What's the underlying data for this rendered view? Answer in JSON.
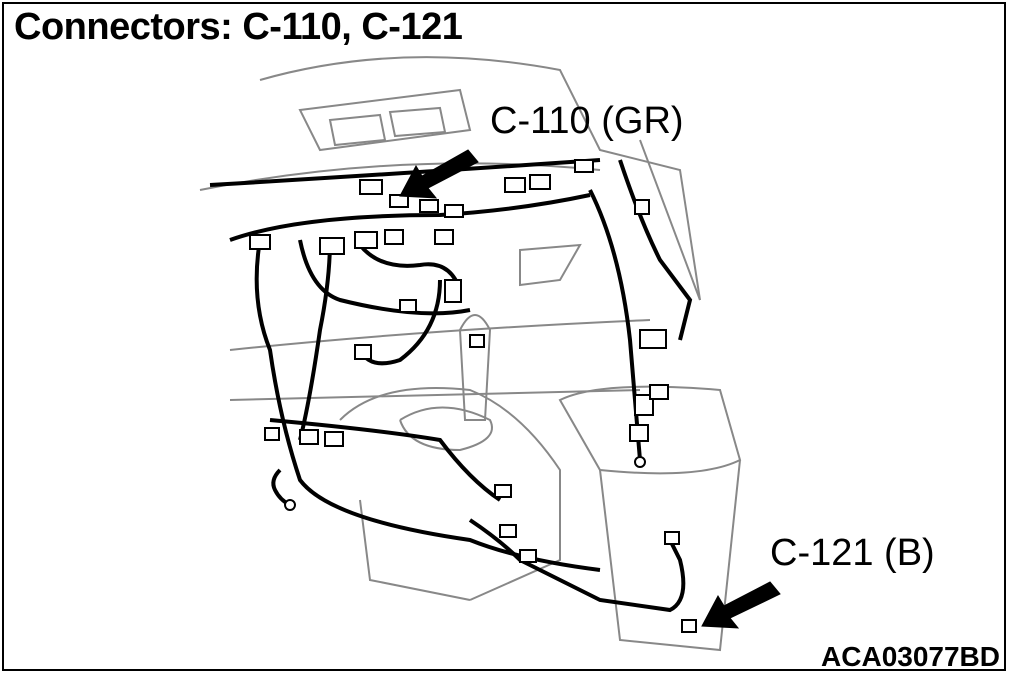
{
  "title": "Connectors: C-110, C-121",
  "callouts": [
    {
      "id": "c110",
      "label": "C-110 (GR)"
    },
    {
      "id": "c121",
      "label": "C-121 (B)"
    }
  ],
  "figure_code": "ACA03077BD",
  "colors": {
    "ink": "#000000",
    "line": "#888888",
    "background": "#ffffff"
  }
}
